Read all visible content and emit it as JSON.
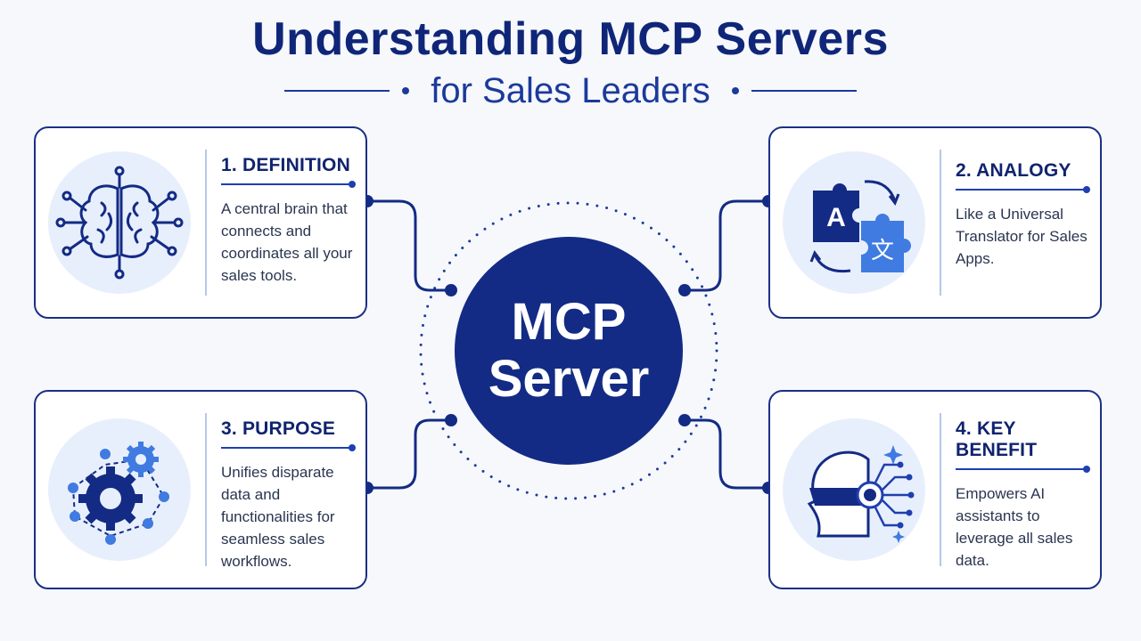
{
  "title": "Understanding MCP Servers",
  "subtitle": "for Sales Leaders",
  "hub": {
    "line1": "MCP",
    "line2": "Server"
  },
  "cards": [
    {
      "heading": "1. DEFINITION",
      "text": "A central brain that connects and coordinates all your sales tools.",
      "icon": "brain-network-icon"
    },
    {
      "heading": "2. ANALOGY",
      "text": "Like a Universal Translator for Sales Apps.",
      "icon": "translation-puzzle-icon"
    },
    {
      "heading": "3. PURPOSE",
      "text": "Unifies disparate data and functionalities for seamless sales workflows.",
      "icon": "gears-network-icon"
    },
    {
      "heading": "4. KEY BENEFIT",
      "text": "Empowers AI assistants to leverage all sales data.",
      "icon": "ai-head-icon"
    }
  ],
  "icon_glyphs": {
    "translator_a": "A",
    "translator_b": "文"
  },
  "colors": {
    "navy": "#132b85",
    "accent": "#1e3fb0",
    "light_blue": "#3f7be0",
    "card_bg": "#ffffff",
    "icon_bg": "#e8effc"
  }
}
